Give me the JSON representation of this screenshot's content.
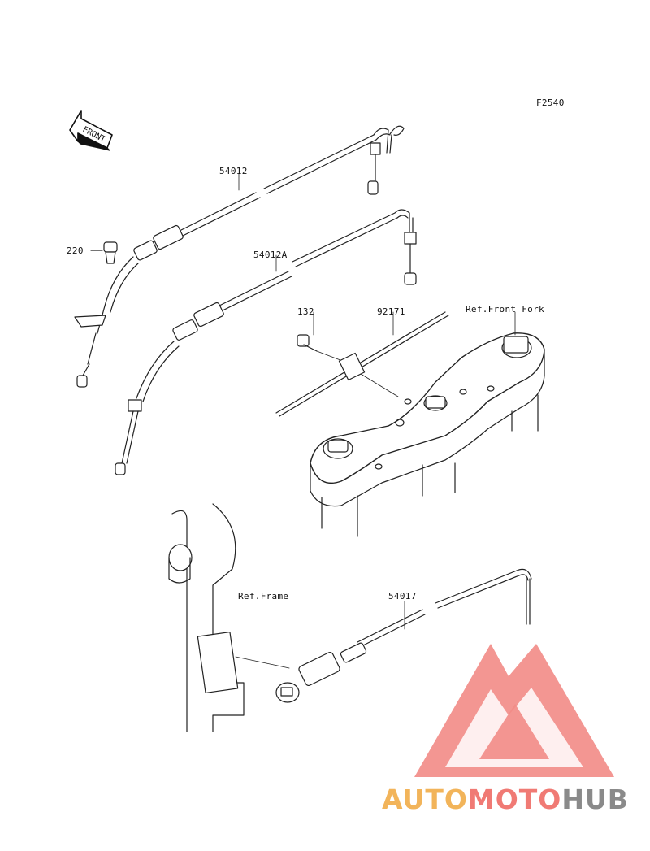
{
  "diagram_code": "F2540",
  "front_arrow_text": "FRONT",
  "labels": {
    "p54012": "54012",
    "p54012A": "54012A",
    "p220": "220",
    "p132": "132",
    "p92171": "92171",
    "ref_front_fork": "Ref.Front Fork",
    "ref_frame": "Ref.Frame",
    "p54017": "54017"
  },
  "watermark": {
    "part1": "AUTO",
    "part2": "MOTO",
    "part3": "HUB",
    "colors": {
      "auto": "#f2b45a",
      "moto": "#f07a74",
      "hub": "#8a8a8a",
      "logo": "#ef6a64"
    }
  }
}
